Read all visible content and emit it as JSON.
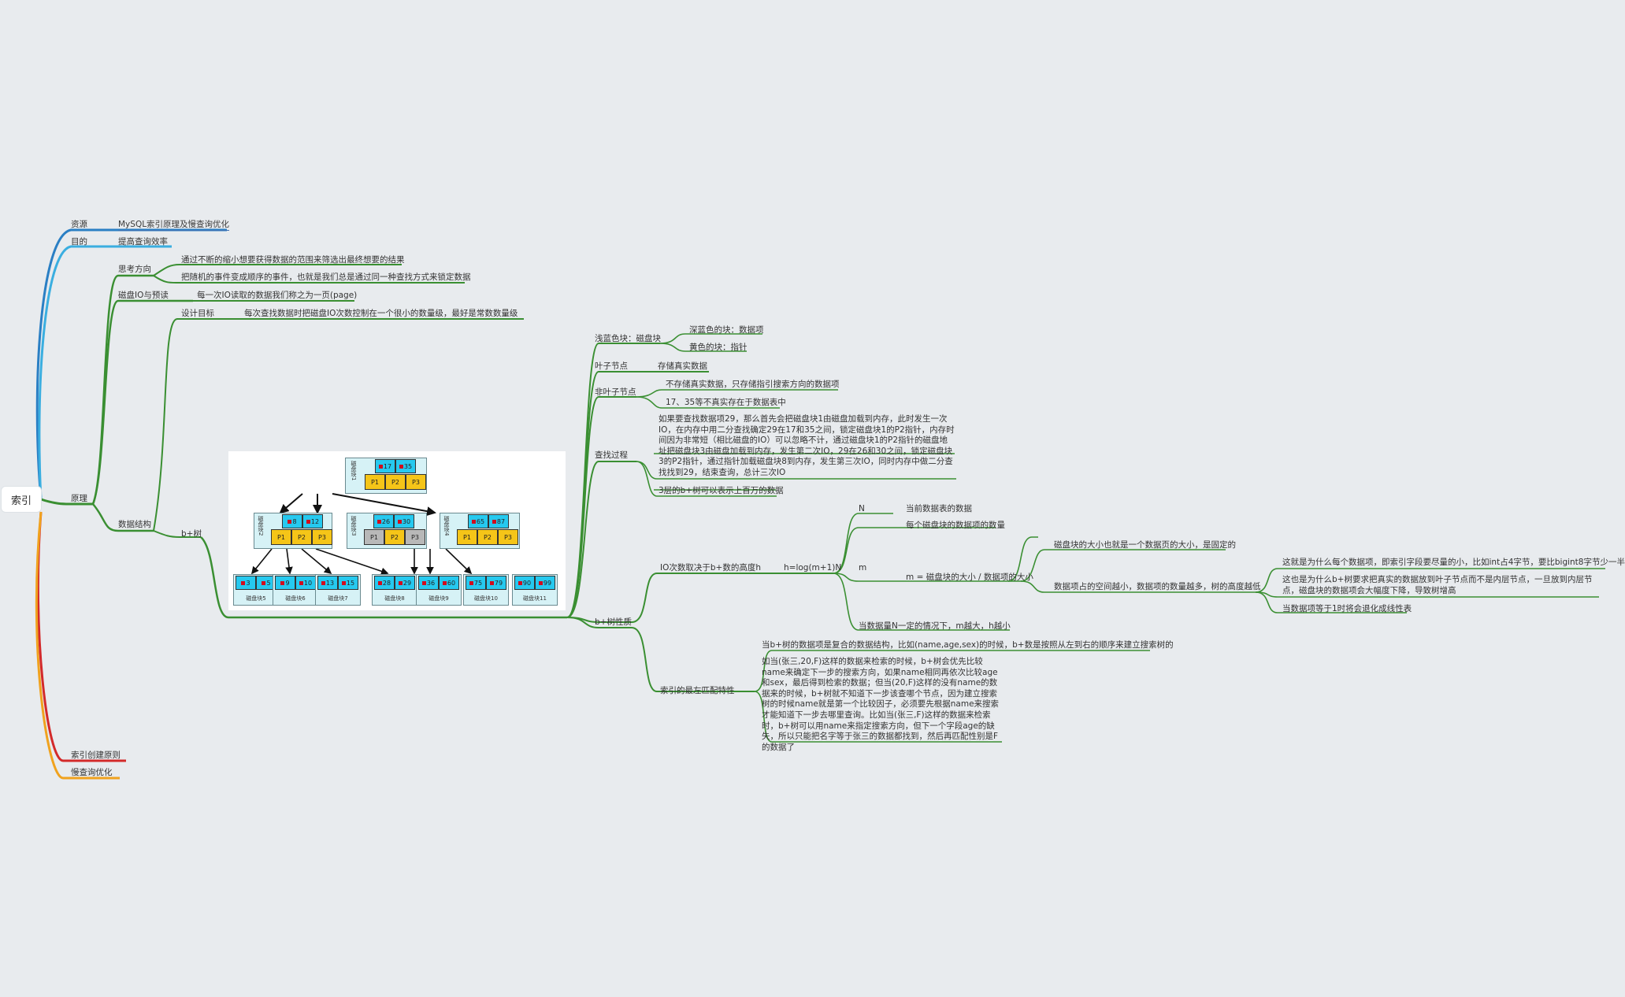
{
  "root": "索引",
  "level1": {
    "resource": "资源",
    "resource_link": "MySQL索引原理及慢查询优化",
    "purpose": "目的",
    "purpose_text": "提高查询效率",
    "principle": "原理",
    "index_rules": "索引创建原则",
    "slow_query": "慢查询优化"
  },
  "principle": {
    "thinking": "思考方向",
    "thinking_1": "通过不断的缩小想要获得数据的范围来筛选出最终想要的结果",
    "thinking_2": "把随机的事件变成顺序的事件，也就是我们总是通过同一种查找方式来锁定数据",
    "disk_io": "磁盘IO与预读",
    "disk_io_text": "每一次IO读取的数据我们称之为一页(page)",
    "data_structure": "数据结构",
    "design_goal": "设计目标",
    "design_goal_text": "每次查找数据时把磁盘IO次数控制在一个很小的数量级，最好是常数数量级",
    "bplus": "b+树"
  },
  "tree_image": {
    "root_block": {
      "label": "磁盘块1",
      "keys": [
        "17",
        "35"
      ],
      "ptrs": [
        "P1",
        "P2",
        "P3"
      ]
    },
    "mid_blocks": [
      {
        "label": "磁盘块2",
        "keys": [
          "8",
          "12"
        ],
        "ptrs": [
          "P1",
          "P2",
          "P3"
        ]
      },
      {
        "label": "磁盘块3",
        "keys": [
          "26",
          "30"
        ],
        "ptrs": [
          "P1",
          "P2",
          "P3"
        ]
      },
      {
        "label": "磁盘块4",
        "keys": [
          "65",
          "87"
        ],
        "ptrs": [
          "P1",
          "P2",
          "P3"
        ]
      }
    ],
    "leaf_blocks": [
      {
        "label": "磁盘块5",
        "keys": [
          "3",
          "5"
        ]
      },
      {
        "label": "磁盘块6",
        "keys": [
          "9",
          "10"
        ]
      },
      {
        "label": "磁盘块7",
        "keys": [
          "13",
          "15"
        ]
      },
      {
        "label": "磁盘块8",
        "keys": [
          "28",
          "29"
        ]
      },
      {
        "label": "磁盘块9",
        "keys": [
          "36",
          "60"
        ]
      },
      {
        "label": "磁盘块10",
        "keys": [
          "75",
          "79"
        ]
      },
      {
        "label": "磁盘块11",
        "keys": [
          "90",
          "99"
        ]
      }
    ]
  },
  "bplus_branch": {
    "color_blocks": "浅蓝色块：磁盘块",
    "dark_blue": "深蓝色的块：数据项",
    "yellow": "黄色的块：指针",
    "leaf": "叶子节点",
    "leaf_text": "存储真实数据",
    "nonleaf": "非叶子节点",
    "nonleaf_1": "不存储真实数据，只存储指引搜索方向的数据项",
    "nonleaf_2": "17、35等不真实存在于数据表中",
    "lookup": "查找过程",
    "lookup_text": "如果要查找数据项29，那么首先会把磁盘块1由磁盘加载到内存，此时发生一次IO，在内存中用二分查找确定29在17和35之间，锁定磁盘块1的P2指针，内存时间因为非常短（相比磁盘的IO）可以忽略不计，通过磁盘块1的P2指针的磁盘地址把磁盘块3由磁盘加载到内存，发生第二次IO，29在26和30之间，锁定磁盘块3的P2指针，通过指针加载磁盘块8到内存，发生第三次IO，同时内存中做二分查找找到29，结束查询，总计三次IO",
    "lookup_2": "3层的b+树可以表示上百万的数据",
    "property": "b+树性质",
    "io_height": "IO次数取决于b+数的高度h",
    "formula": "h=log(m+1)N",
    "n": "N",
    "n_text": "当前数据表的数据",
    "m": "m",
    "m_1": "每个磁盘块的数据项的数量",
    "m_2": "m = 磁盘块的大小 / 数据项的大小",
    "m_2a": "磁盘块的大小也就是一个数据页的大小，是固定的",
    "m_2b": "数据项占的空间越小，数据项的数量越多，树的高度越低",
    "m_2b_1": "这就是为什么每个数据项，即索引字段要尽量的小，比如int占4字节，要比bigint8字节少一半",
    "m_2b_2": "这也是为什么b+树要求把真实的数据放到叶子节点而不是内层节点，一旦放到内层节点，磁盘块的数据项会大幅度下降，导致树增高",
    "m_2b_3": "当数据项等于1时将会退化成线性表",
    "m_3": "当数据量N一定的情况下，m越大，h越小",
    "leftmost": "索引的最左匹配特性",
    "leftmost_1": "当b+树的数据项是复合的数据结构，比如(name,age,sex)的时候，b+数是按照从左到右的顺序来建立搜索树的",
    "leftmost_2": "如当(张三,20,F)这样的数据来检索的时候，b+树会优先比较name来确定下一步的搜索方向，如果name相同再依次比较age和sex，最后得到检索的数据；但当(20,F)这样的没有name的数据来的时候，b+树就不知道下一步该查哪个节点，因为建立搜索树的时候name就是第一个比较因子，必须要先根据name来搜索才能知道下一步去哪里查询。比如当(张三,F)这样的数据来检索时，b+树可以用name来指定搜索方向，但下一个字段age的缺失，所以只能把名字等于张三的数据都找到，然后再匹配性别是F的数据了"
  },
  "colors": {
    "background": "#e8ebee",
    "branch_blue": "#2a7fc4",
    "branch_lightblue": "#3aaee0",
    "branch_green": "#3a8f32",
    "branch_red": "#d32a2a",
    "branch_orange": "#f0a21e"
  }
}
